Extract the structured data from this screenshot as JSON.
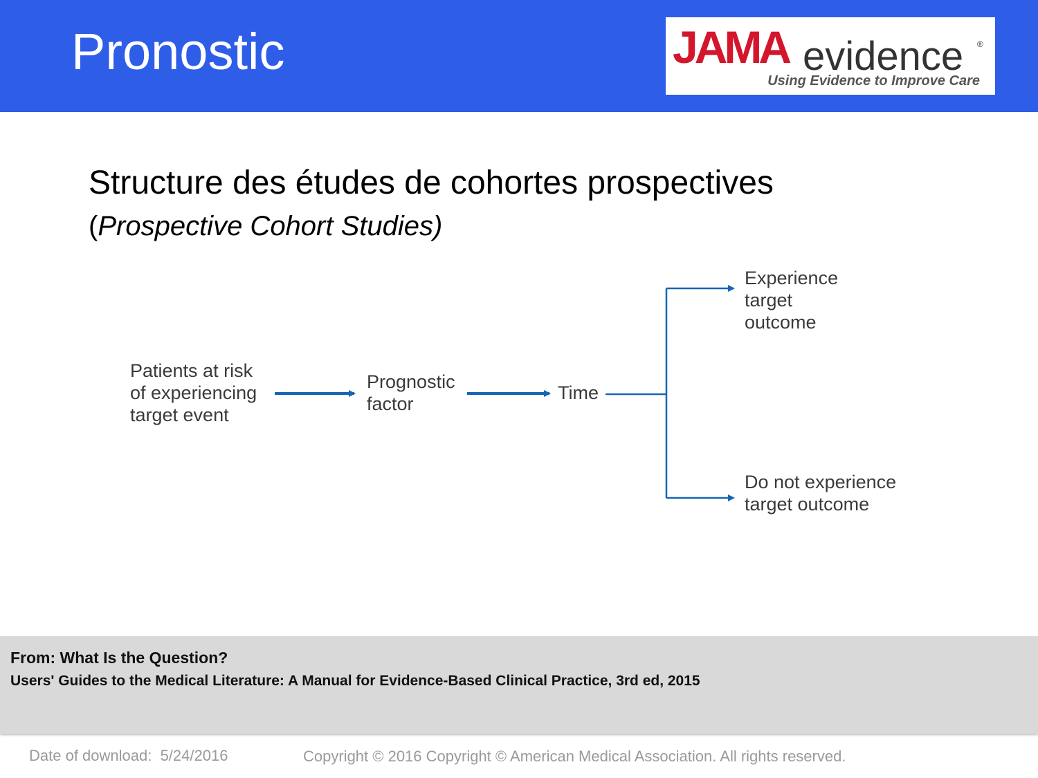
{
  "header": {
    "title": "Pronostic",
    "logo": {
      "brand": "JAMA",
      "product": "evidence",
      "registered": "®",
      "tagline": "Using Evidence to Improve Care"
    }
  },
  "slide": {
    "title": "Structure des études de cohortes prospectives",
    "subtitle_open": "(",
    "subtitle_italic": "Prospective Cohort Studies)"
  },
  "diagram": {
    "nodes": {
      "patients": "Patients at risk\nof experiencing\ntarget event",
      "factor": "Prognostic\nfactor",
      "time": "Time",
      "outcome_yes": "Experience\ntarget\noutcome",
      "outcome_no": "Do not experience\ntarget outcome"
    },
    "arrow_color": "#1565b5"
  },
  "footer": {
    "from": "From: What Is the Question?",
    "source": "Users' Guides to the Medical Literature: A Manual for Evidence-Based Clinical Practice, 3rd ed,  2015",
    "download_label": "Date of download:  5/24/2016",
    "copyright": "Copyright © 2016 Copyright © American Medical Association. All rights reserved."
  },
  "colors": {
    "header_bg": "#2e5de8",
    "logo_red": "#d3162b",
    "footer_bg": "#d9d9d9"
  }
}
